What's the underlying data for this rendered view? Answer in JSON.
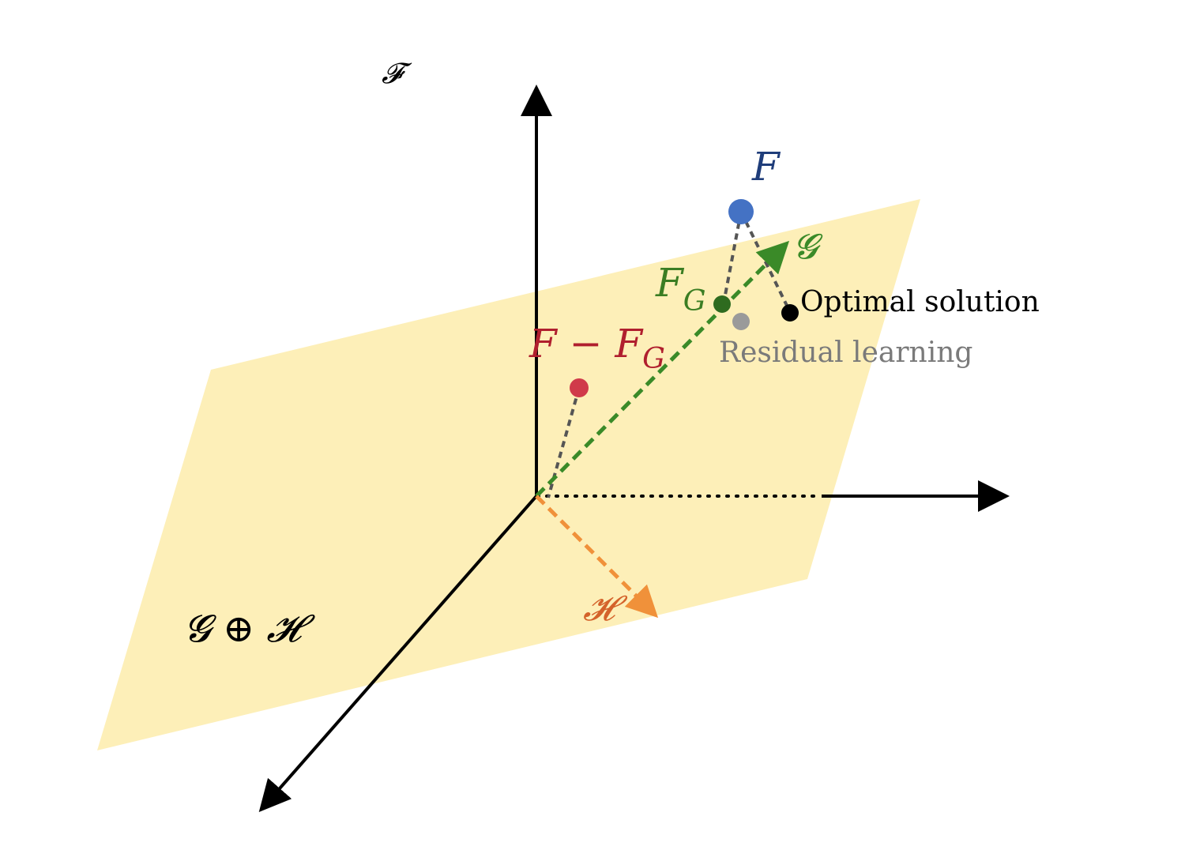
{
  "labels": {
    "space_F": "𝓕",
    "point_F": "F",
    "axis_G": "𝓖",
    "point_FG_main": "F",
    "point_FG_sub": "G",
    "optimal": "Optimal solution",
    "residual": "Residual learning",
    "residual_main": "F − F",
    "residual_sub": "G",
    "axis_H": "𝓗",
    "plane": "𝓖 ⊕ 𝓗"
  },
  "colors": {
    "plane": "#fdefb8",
    "axes": "#000000",
    "point_F": "#4472c4",
    "label_F": "#1f3d7a",
    "point_FG": "#2e6b1f",
    "label_FG": "#3b7d23",
    "axis_G": "#3a8a28",
    "point_residual": "#d03a4a",
    "label_residual": "#b01f2e",
    "point_residual_learning": "#9a9a9a",
    "label_residual_learning": "#7a7a7a",
    "point_optimal": "#000000",
    "axis_H": "#f0913a",
    "label_H": "#d4622a",
    "projection_lines": "#555555"
  }
}
